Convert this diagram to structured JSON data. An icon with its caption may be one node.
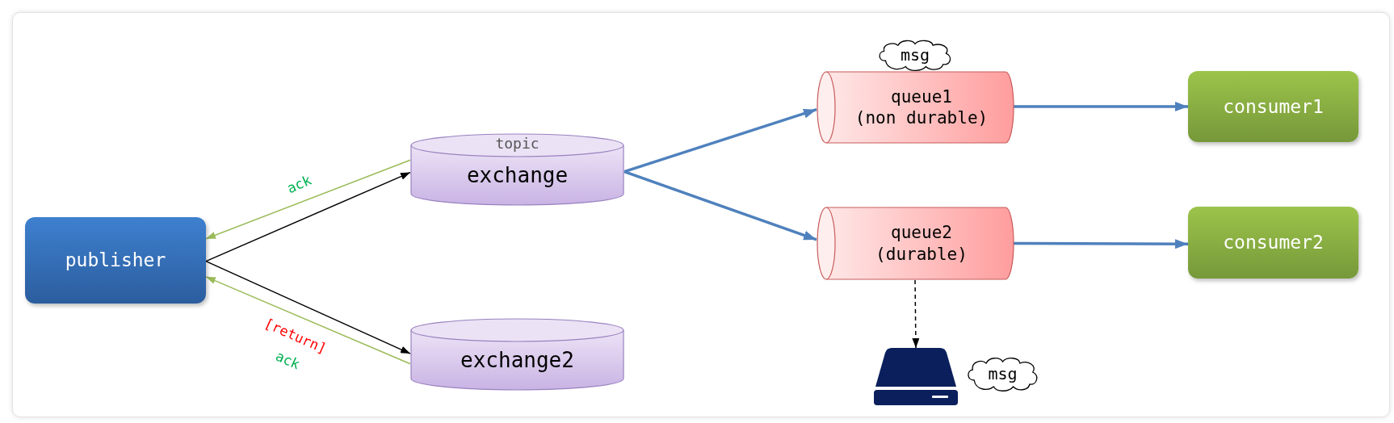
{
  "diagram": {
    "nodes": [
      {
        "text": [
          "publisher"
        ]
      },
      {
        "text": [
          "topic",
          "exchange"
        ]
      },
      {
        "text": [
          "exchange2"
        ]
      },
      {
        "text": [
          "msg"
        ]
      },
      {
        "text": [
          "queue1",
          "(non durable)"
        ]
      },
      {
        "text": [
          "queue2",
          "(durable)"
        ]
      },
      {
        "text": [
          "consumer1"
        ]
      },
      {
        "text": [
          "consumer2"
        ]
      },
      {
        "text": [],
        "shape": "box"
      },
      {
        "text": [
          "msg"
        ]
      }
    ],
    "edges": [
      {
        "from": 0,
        "to": 1,
        "arrow": "to",
        "color": "#000000"
      },
      {
        "from": 1,
        "to": 0,
        "arrow": "to",
        "label": "ack",
        "color": "#9bbb59"
      },
      {
        "from": 0,
        "to": 2,
        "arrow": "to",
        "color": "#000000"
      },
      {
        "from": 2,
        "to": 0,
        "arrow": "to",
        "label": "ack",
        "color": "#9bbb59"
      },
      {
        "from": 1,
        "to": 4,
        "arrow": "to"
      },
      {
        "from": 1,
        "to": 5,
        "arrow": "to"
      },
      {
        "from": 4,
        "to": 6,
        "arrow": "to"
      },
      {
        "from": 5,
        "to": 7,
        "arrow": "to"
      },
      {
        "from": 5,
        "to": 8,
        "arrow": "to",
        "style": "dashed",
        "color": "#000000"
      }
    ],
    "labels": [
      "[return]"
    ]
  }
}
